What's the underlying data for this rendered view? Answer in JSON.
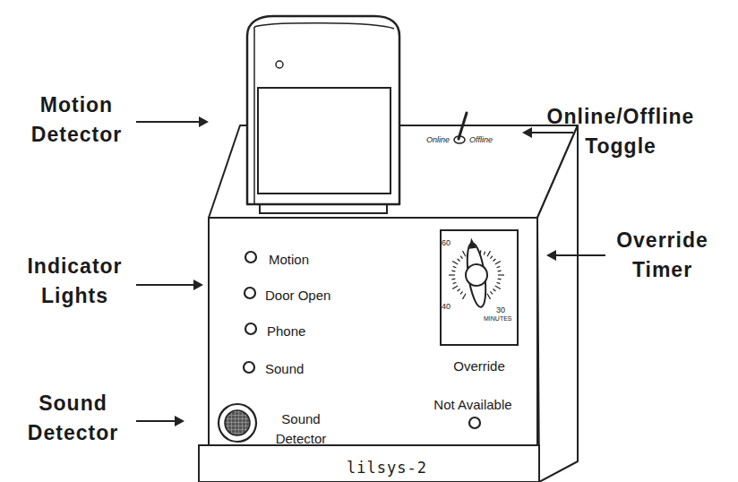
{
  "diagram": {
    "nodes": [
      {
        "text": [
          "lilsys-2"
        ]
      },
      {
        "text": [
          "60",
          "40",
          "30",
          "MINUTES",
          "Override"
        ],
        "in": 0
      }
    ],
    "labels": [
      "Motion Detector",
      "Online/Offline Toggle",
      "Online",
      "Offline",
      "Indicator Lights",
      "Motion",
      "Door Open",
      "Phone",
      "Sound",
      "Override Timer",
      "Not Available",
      "Sound Detector",
      "Sound Detector"
    ]
  }
}
